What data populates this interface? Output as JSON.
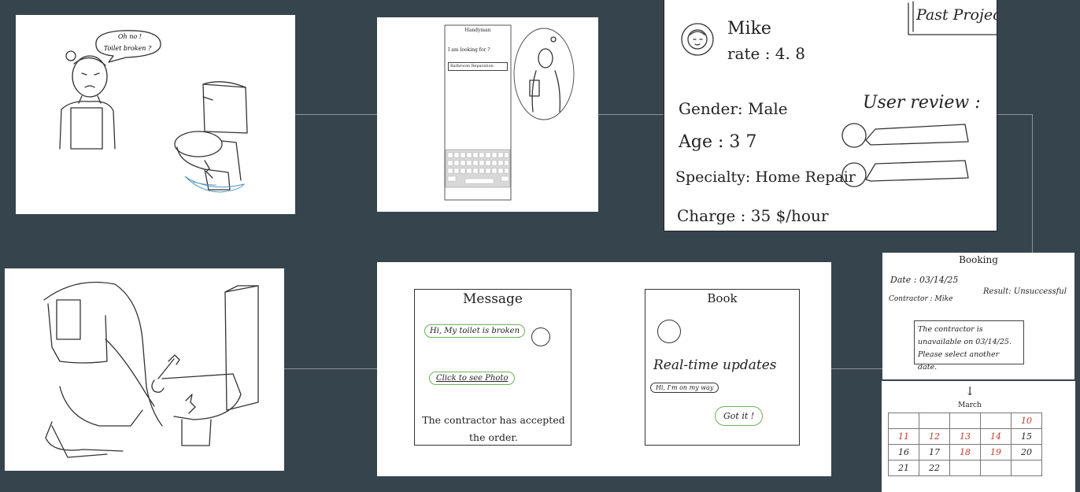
{
  "panel1": {
    "bubble_line1": "Oh no !",
    "bubble_line2": "Toilet broken ?"
  },
  "panel2": {
    "app_title": "Handyman",
    "prompt": "I am looking for ?",
    "search_value": "Bathroom Reparation"
  },
  "profile": {
    "past_projects_label": "Past Projects",
    "name": "Mike",
    "rate": "rate : 4. 8",
    "gender": "Gender: Male",
    "age": "Age : 3 7",
    "specialty": "Specialty: Home Repair",
    "charge": "Charge : 35 $/hour",
    "review_heading": "User review :"
  },
  "booking": {
    "title": "Booking",
    "date": "Date : 03/14/25",
    "contractor": "Contractor : Mike",
    "result": "Result: Unsuccessful",
    "notice": "The contractor is unavailable on 03/14/25. Please select another date.",
    "arrow": "↓",
    "month": "March",
    "calendar_rows": [
      [
        "",
        "",
        "",
        "",
        "10"
      ],
      [
        "11",
        "12",
        "13",
        "14",
        "15"
      ],
      [
        "16",
        "17",
        "18",
        "19",
        "20"
      ],
      [
        "21",
        "22",
        "",
        "",
        ""
      ]
    ],
    "red_days": [
      "10",
      "11",
      "12",
      "13",
      "14",
      "18",
      "19"
    ]
  },
  "message": {
    "title": "Message",
    "bubble1": "Hi, My toilet is broken",
    "bubble2": "Click to see Photo",
    "status": "The contractor has accepted the order."
  },
  "book": {
    "title": "Book",
    "updates": "Real-time updates",
    "bubble1": "Hi, I'm on my way",
    "bubble2": "Got it !"
  }
}
